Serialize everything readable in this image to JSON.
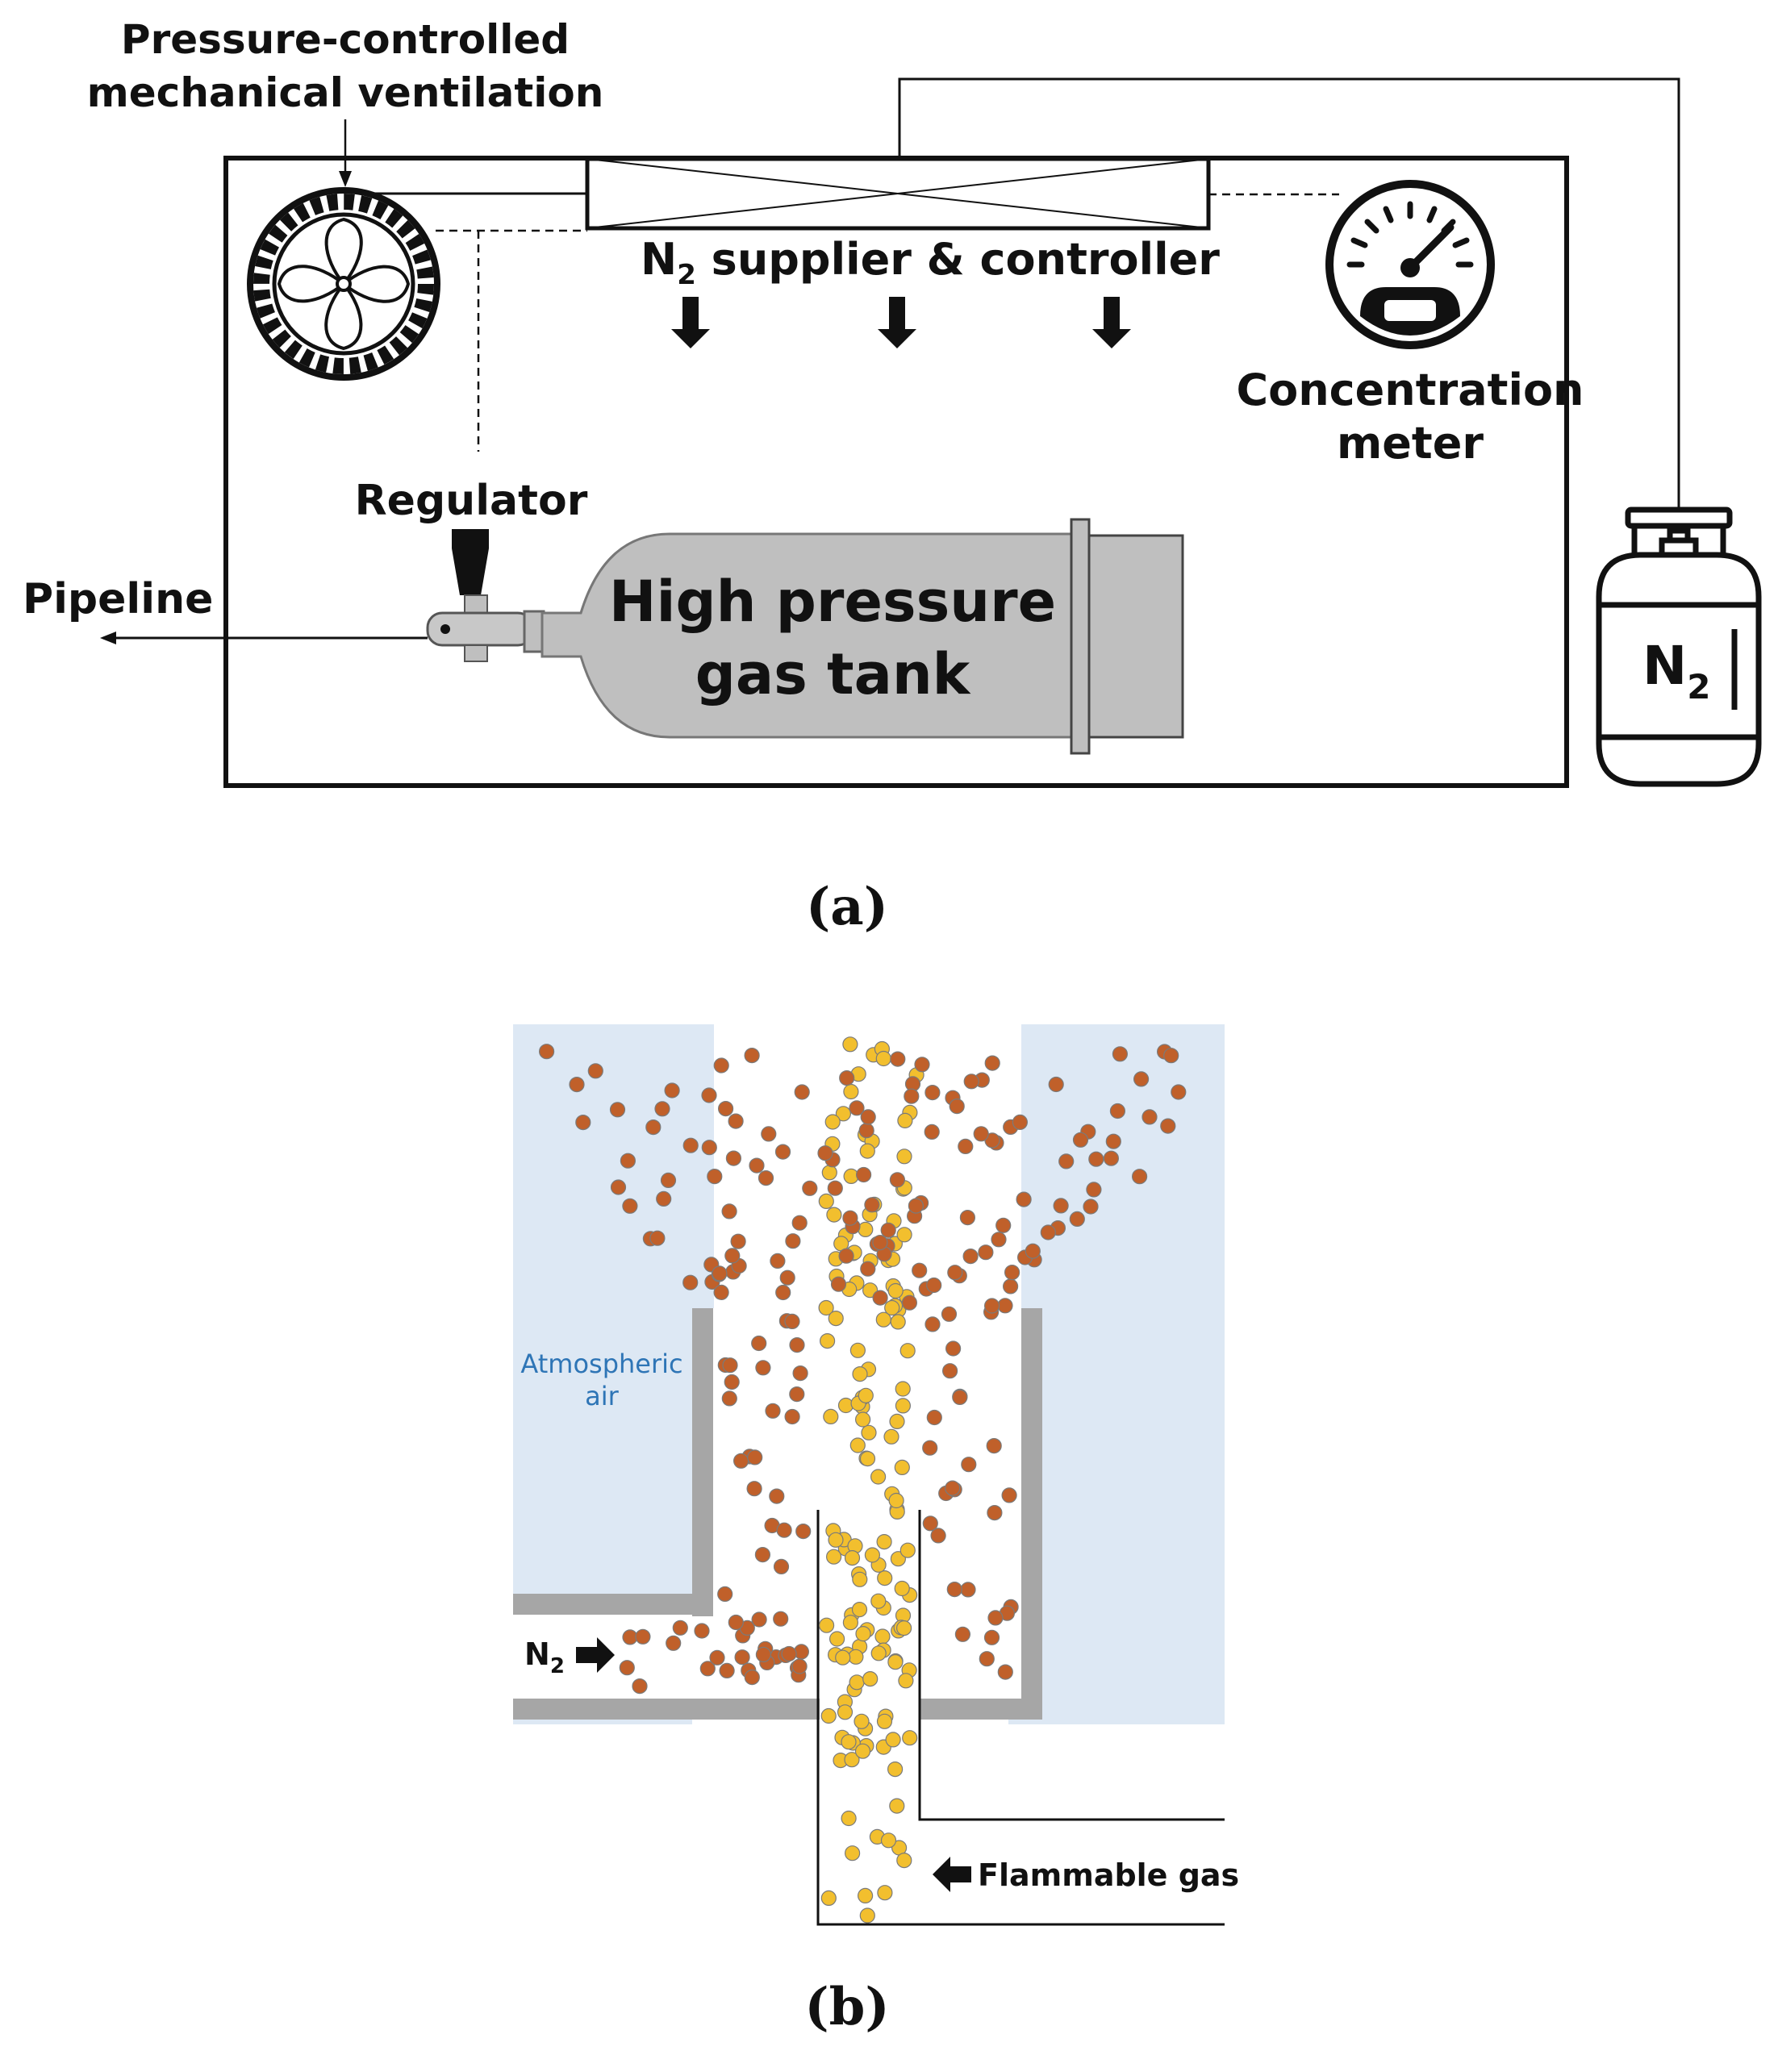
{
  "panel_a": {
    "caption": "(a)",
    "ventilation_label_line1": "Pressure-controlled",
    "ventilation_label_line2": "mechanical ventilation",
    "supplier_label_main": "N",
    "supplier_label_sub": "2",
    "supplier_label_rest": " supplier & controller",
    "meter_label_line1": "Concentration",
    "meter_label_line2": "meter",
    "regulator_label": "Regulator",
    "pipeline_label": "Pipeline",
    "tank_label_line1": "High pressure",
    "tank_label_line2": "gas tank",
    "cylinder_label_main": "N",
    "cylinder_label_sub": "2"
  },
  "panel_b": {
    "caption": "(b)",
    "air_label_line1": "Atmospheric",
    "air_label_line2": "air",
    "n2_label_main": "N",
    "n2_label_sub": "2",
    "flammable_label": "Flammable gas",
    "colors": {
      "air_region": "#dde8f4",
      "air_text": "#2e75b6",
      "n2_particle": "#c0602a",
      "flammable_particle": "#f2bf2e",
      "wall": "#a6a6a6"
    }
  },
  "icons": [
    "fan-icon",
    "gauge-icon",
    "gas-cylinder-icon",
    "down-arrow-icon",
    "right-arrow-icon",
    "left-arrow-icon"
  ]
}
